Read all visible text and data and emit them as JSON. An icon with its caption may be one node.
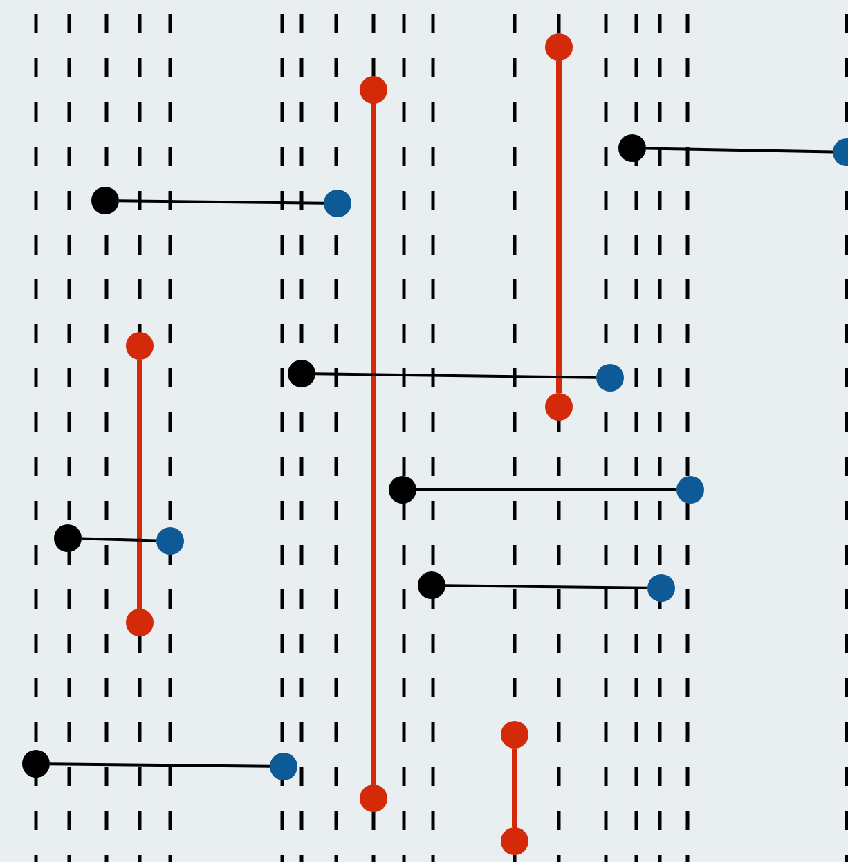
{
  "diagram": {
    "nodes": [
      {
        "text": [],
        "shape": "circle"
      },
      {
        "text": [],
        "shape": "circle"
      },
      {
        "text": [],
        "shape": "circle"
      },
      {
        "text": [],
        "shape": "circle"
      },
      {
        "text": [],
        "shape": "circle"
      },
      {
        "text": [],
        "shape": "circle"
      },
      {
        "text": [],
        "shape": "circle"
      },
      {
        "text": [],
        "shape": "circle"
      },
      {
        "text": [],
        "shape": "circle"
      },
      {
        "text": [],
        "shape": "circle"
      },
      {
        "text": [],
        "shape": "circle"
      },
      {
        "text": [],
        "shape": "circle"
      },
      {
        "text": [],
        "shape": "circle"
      },
      {
        "text": [],
        "shape": "circle"
      },
      {
        "text": [],
        "shape": "circle"
      },
      {
        "text": [],
        "shape": "circle"
      },
      {
        "text": [],
        "shape": "circle"
      },
      {
        "text": [],
        "shape": "circle"
      },
      {
        "text": [],
        "shape": "circle"
      },
      {
        "text": [],
        "shape": "circle"
      },
      {
        "text": [],
        "shape": "circle"
      },
      {
        "text": [],
        "shape": "circle"
      }
    ],
    "edges": [
      {
        "from": 0,
        "to": 9,
        "arrow": "none",
        "style": "thick",
        "color": "#d42a0a"
      },
      {
        "from": 1,
        "to": 20,
        "arrow": "none",
        "style": "thick",
        "color": "#d42a0a"
      },
      {
        "from": 2,
        "to": 3,
        "arrow": "none"
      },
      {
        "from": 4,
        "to": 5,
        "arrow": "none"
      },
      {
        "from": 6,
        "to": 16,
        "arrow": "none",
        "style": "thick",
        "color": "#d42a0a"
      },
      {
        "from": 7,
        "to": 8,
        "arrow": "none"
      },
      {
        "from": 10,
        "to": 11,
        "arrow": "none"
      },
      {
        "from": 12,
        "to": 13,
        "arrow": "none"
      },
      {
        "from": 14,
        "to": 15,
        "arrow": "none"
      },
      {
        "from": 17,
        "to": 21,
        "arrow": "none",
        "style": "thick",
        "color": "#d42a0a"
      },
      {
        "from": 18,
        "to": 19,
        "arrow": "none"
      }
    ]
  }
}
